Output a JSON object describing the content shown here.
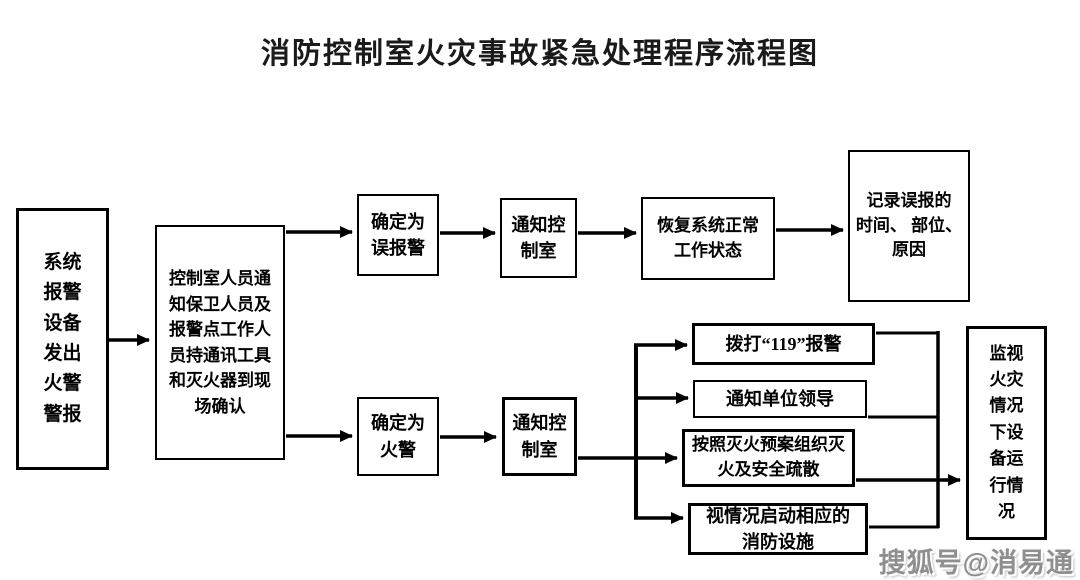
{
  "title": "消防控制室火灾事故紧急处理程序流程图",
  "watermark": "搜狐号@消易通",
  "colors": {
    "background": "#ffffff",
    "line": "#000000",
    "box_border": "#000000",
    "text": "#1a1a1a",
    "watermark": "#8f8f8f"
  },
  "nodes": {
    "system_alarm": {
      "text": "系统\n报警\n设备\n发出\n火警\n警报"
    },
    "site_confirm": {
      "text": "控制室人员通\n知保卫人员及\n报警点工作人\n员持通讯工具\n和灭火器到现\n场确认"
    },
    "false_alarm": {
      "text": "确定为\n误报警"
    },
    "notify_control_top": {
      "text": "通知控\n制室"
    },
    "restore_system": {
      "text": "恢复系统正常\n工作状态"
    },
    "record_false_alarm": {
      "text": "记录误报的\n时间、 部位、\n原因"
    },
    "fire_alarm": {
      "text": "确定为\n火警"
    },
    "notify_control_bottom": {
      "text": "通知控\n制室"
    },
    "call_119": {
      "text": "拨打“119”报警"
    },
    "notify_leaders": {
      "text": "通知单位领导"
    },
    "organize_firefight": {
      "text": "按照灭火预案组织灭\n火及安全疏散"
    },
    "activate_facilities": {
      "text": "视情况启动相应的\n消防设施"
    },
    "monitor_equipment": {
      "text": "监视\n火灾\n情况\n下设\n备运\n行情\n况"
    }
  }
}
